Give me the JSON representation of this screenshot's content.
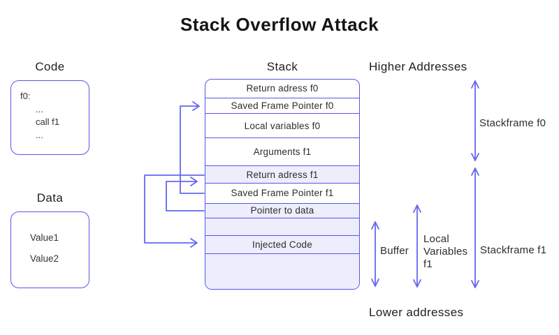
{
  "title": "Stack Overflow Attack",
  "colors": {
    "accent_border": "#5656ee",
    "arrow": "#6468f0",
    "row_highlight": "#ededfc",
    "text": "#2d2d2d"
  },
  "code": {
    "label": "Code",
    "lines": [
      "f0:",
      "...",
      "call f1",
      "..."
    ]
  },
  "data_box": {
    "label": "Data",
    "lines": [
      "Value1",
      "Value2"
    ]
  },
  "stack": {
    "label": "Stack",
    "rows": [
      {
        "label": "Return adress f0",
        "highlight": false
      },
      {
        "label": "Saved Frame Pointer f0",
        "highlight": false
      },
      {
        "label": "Local variables f0",
        "highlight": false
      },
      {
        "label": "Arguments f1",
        "highlight": false
      },
      {
        "label": "Return adress f1",
        "highlight": true
      },
      {
        "label": "Saved Frame Pointer f1",
        "highlight": false
      },
      {
        "label": "Pointer to data",
        "highlight": true
      },
      {
        "label": "",
        "highlight": true
      },
      {
        "label": "Injected Code",
        "highlight": true
      },
      {
        "label": "",
        "highlight": true
      }
    ]
  },
  "annotations": {
    "higher_addresses": "Higher Addresses",
    "lower_addresses": "Lower addresses",
    "stackframe_f0": "Stackframe f0",
    "stackframe_f1": "Stackframe f1",
    "buffer": "Buffer",
    "local_variables_f1": "Local Variables f1"
  }
}
